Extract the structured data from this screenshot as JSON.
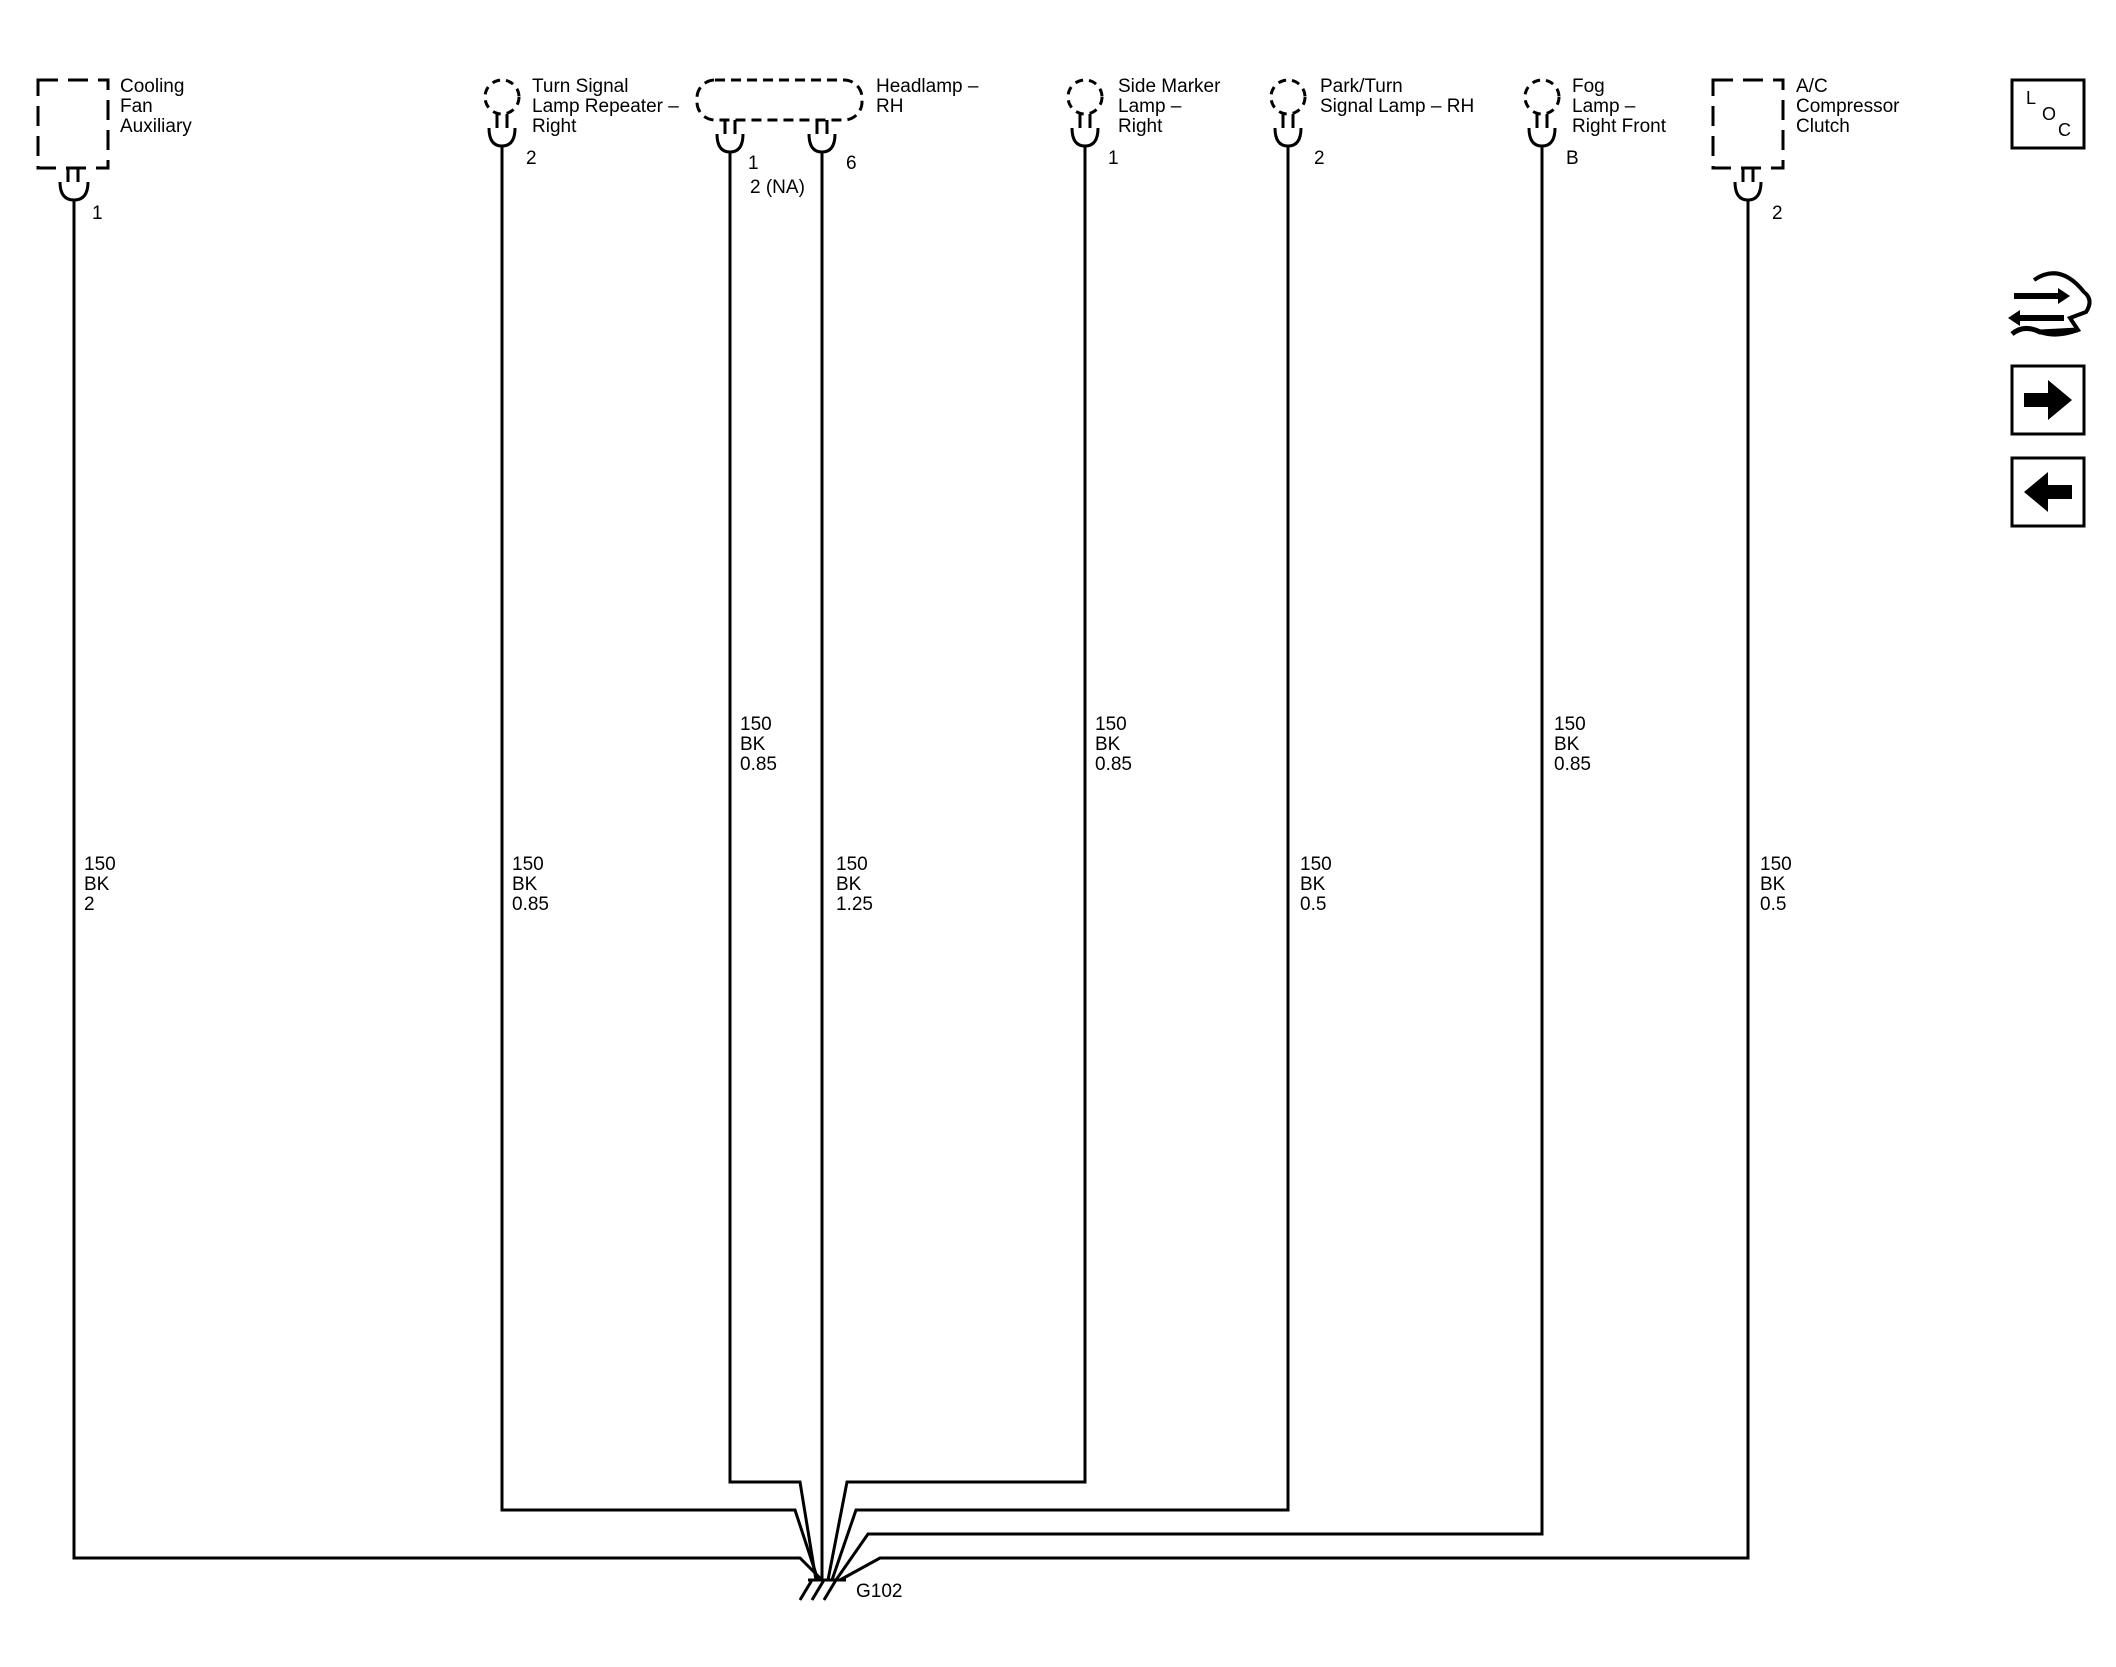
{
  "components": [
    {
      "id": "cooling-fan",
      "name_lines": [
        "Cooling",
        "Fan",
        "Auxiliary"
      ],
      "pin": "1"
    },
    {
      "id": "turn-repeater",
      "name_lines": [
        "Turn Signal",
        "Lamp Repeater –",
        "Right"
      ],
      "pin": "2"
    },
    {
      "id": "headlamp",
      "name_lines": [
        "Headlamp –",
        "RH"
      ],
      "pin_a": "1",
      "pin_a_alt": "2 (NA)",
      "pin_b": "6"
    },
    {
      "id": "side-marker",
      "name_lines": [
        "Side Marker",
        "Lamp –",
        "Right"
      ],
      "pin": "1"
    },
    {
      "id": "park-turn",
      "name_lines": [
        "Park/Turn",
        "Signal Lamp – RH"
      ],
      "pin": "2"
    },
    {
      "id": "fog-lamp",
      "name_lines": [
        "Fog",
        "Lamp –",
        "Right Front"
      ],
      "pin": "B"
    },
    {
      "id": "ac-clutch",
      "name_lines": [
        "A/C",
        "Compressor",
        "Clutch"
      ],
      "pin": "2"
    }
  ],
  "wires": [
    {
      "circuit": "150",
      "color": "BK",
      "size": "2"
    },
    {
      "circuit": "150",
      "color": "BK",
      "size": "0.85"
    },
    {
      "circuit": "150",
      "color": "BK",
      "size": "0.85"
    },
    {
      "circuit": "150",
      "color": "BK",
      "size": "1.25"
    },
    {
      "circuit": "150",
      "color": "BK",
      "size": "0.85"
    },
    {
      "circuit": "150",
      "color": "BK",
      "size": "0.5"
    },
    {
      "circuit": "150",
      "color": "BK",
      "size": "0.85"
    },
    {
      "circuit": "150",
      "color": "BK",
      "size": "0.5"
    }
  ],
  "ground": {
    "label": "G102"
  },
  "nav": {
    "loc_letters": [
      "L",
      "O",
      "C"
    ],
    "icons": [
      "loc-icon",
      "harness-icon",
      "next-arrow-icon",
      "prev-arrow-icon"
    ]
  }
}
